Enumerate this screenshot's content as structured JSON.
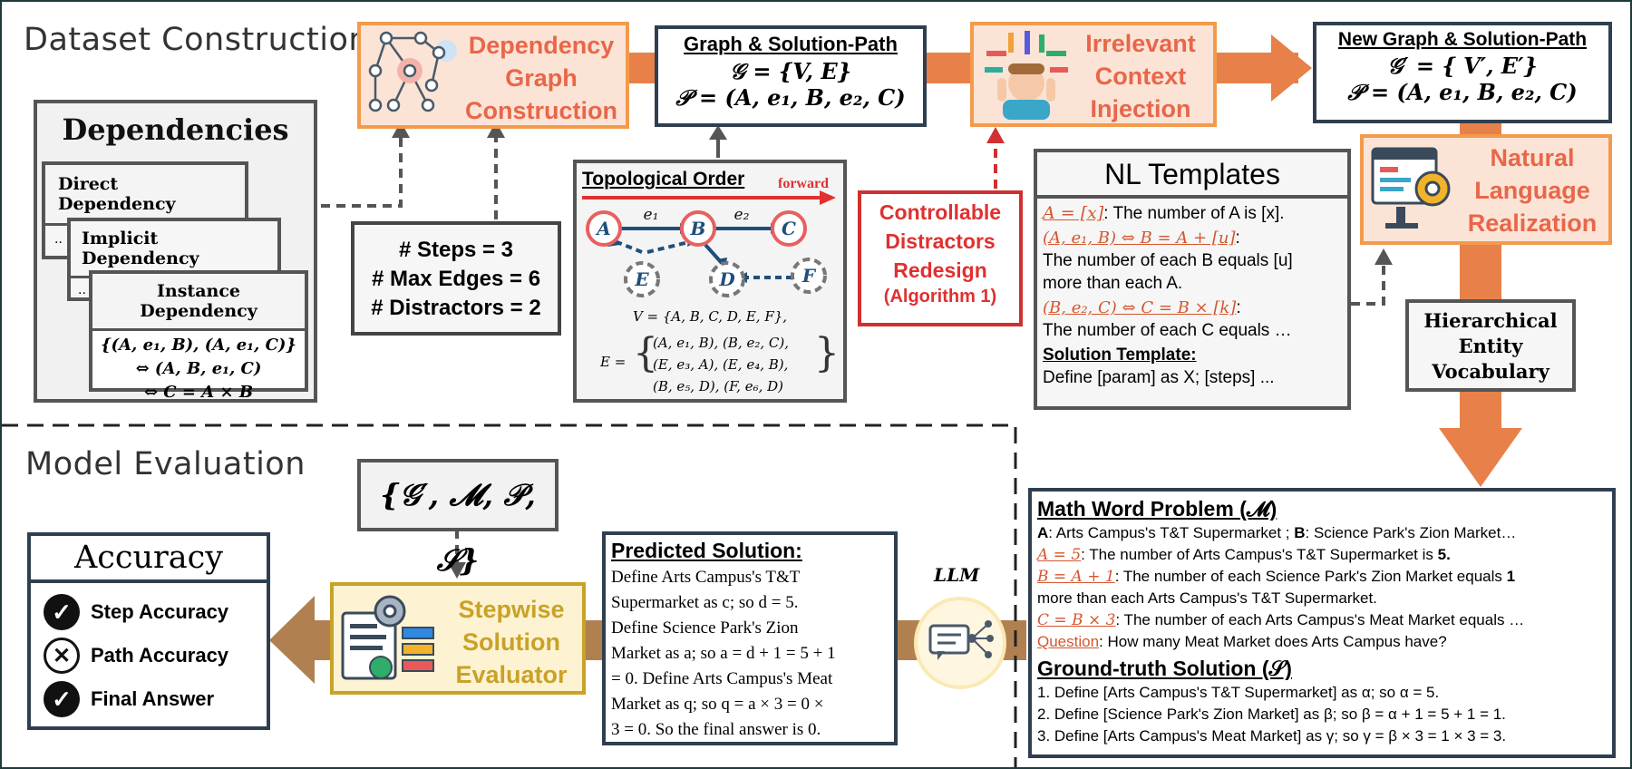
{
  "sections": {
    "construction": "Dataset Construction",
    "evaluation": "Model Evaluation"
  },
  "dependencies": {
    "title": "Dependencies",
    "direct": "Direct Dependency",
    "implicit": "Implicit Dependency",
    "instance": "Instance Dependency",
    "ellipsis": "..",
    "formula1": "{(A, e₁, B), (A, e₁, C)}",
    "formula2": "⇔ (A, B, e₁, C)",
    "formula3": "⇔ C = A × B"
  },
  "dep_graph": {
    "line1": "Dependency",
    "line2": "Graph",
    "line3": "Construction"
  },
  "graph_solution": {
    "title": "Graph & Solution-Path",
    "g": "𝒢 = {V, E}",
    "p": "𝒫 = (A, e₁, B, e₂, C)"
  },
  "irrelevant": {
    "line1": "Irrelevant",
    "line2": "Context",
    "line3": "Injection"
  },
  "new_graph": {
    "title": "New Graph & Solution-Path",
    "g": "𝒢′ = { V′, E′}",
    "p": "𝒫 = (A, e₁, B, e₂, C)"
  },
  "params": {
    "steps": "# Steps = 3",
    "edges": "# Max Edges = 6",
    "distractors": "# Distractors = 2"
  },
  "topo": {
    "title": "Topological Order",
    "forward": "forward",
    "nodes": [
      "A",
      "B",
      "C",
      "D",
      "E",
      "F"
    ],
    "e1": "e₁",
    "e2": "e₂",
    "v": "V = {A, B, C, D, E, F},",
    "e_label": "E =",
    "e_row1": "(A, e₁, B), (B, e₂, C),",
    "e_row2": "(E, e₃, A), (E, e₄, B),",
    "e_row3": "(B, e₅, D), (F, e₆, D)"
  },
  "distractors": {
    "line1": "Controllable",
    "line2": "Distractors",
    "line3": "Redesign",
    "line4": "(Algorithm 1)"
  },
  "nl_templates": {
    "title": "NL Templates",
    "t1_key": "A = [x]",
    "t1_text": ": The number of A is [x].",
    "t2_key": "(A, e₁, B) ⇔ B = A + [u]",
    "t2_colon": ":",
    "t2_text1": "The number of each B equals [u]",
    "t2_text2": "more than each A.",
    "t3_key": "(B, e₂, C) ⇔  C = B × [k]",
    "t3_colon": ":",
    "t3_text": "The number of each C equals …",
    "sol_title": "Solution Template:",
    "sol_text": "Define [param] as X; [steps] ..."
  },
  "nlr": {
    "line1": "Natural",
    "line2": "Language",
    "line3": "Realization"
  },
  "hev": {
    "line1": "Hierarchical",
    "line2": "Entity",
    "line3": "Vocabulary"
  },
  "tuple": "{𝒢′, 𝓜, 𝒫, 𝒮}",
  "accuracy": {
    "title": "Accuracy",
    "items": [
      "Step Accuracy",
      "Path Accuracy",
      "Final Answer"
    ]
  },
  "evaluator": {
    "line1": "Stepwise",
    "line2": "Solution",
    "line3": "Evaluator"
  },
  "predicted": {
    "title": "Predicted Solution:",
    "lines": [
      "Define Arts Campus's T&T",
      "Supermarket as c; so d = 5.",
      "Define Science Park's Zion",
      "Market as a; so a = d + 1 = 5 + 1",
      "= 0. Define Arts Campus's Meat",
      "Market as q; so q = a × 3 = 0 ×",
      "3 = 0.  So the final answer is 0."
    ]
  },
  "llm": "LLM",
  "mwp": {
    "title": "Math Word Problem (𝓜)",
    "line1_a": "A",
    "line1_b": ": Arts Campus's T&T Supermarket ; ",
    "line1_c": "B",
    "line1_d": ": Science Park's Zion Market…",
    "line2_key": "A = 5",
    "line2_text": ": The number of Arts Campus's T&T Supermarket is ",
    "line2_val": "5.",
    "line3_key": "B = A + 1",
    "line3_text": ": The number of each Science Park's Zion Market equals ",
    "line3_val": "1",
    "line4": "more than each Arts Campus's T&T Supermarket.",
    "line5_key": "C = B × 3",
    "line5_text": ": The number of each Arts Campus's Meat Market equals …",
    "line6_key": "Question",
    "line6_text": ": How many Meat Market does Arts Campus have?"
  },
  "gt": {
    "title": "Ground-truth Solution (𝒮)",
    "lines": [
      "1. Define [Arts Campus's T&T Supermarket] as α; so α = 5.",
      "2. Define [Science Park's Zion Market] as β; so β = α + 1 = 5 + 1 = 1.",
      "3. Define [Arts Campus's Meat Market] as γ; so γ = β × 3 = 1 × 3 = 3."
    ]
  },
  "colors": {
    "orange": "#f39a4c",
    "orange_text": "#e8664a",
    "red": "#e03030",
    "gold": "#c9a227",
    "brown_arrow": "#b08050",
    "dark": "#2f3f4f"
  }
}
